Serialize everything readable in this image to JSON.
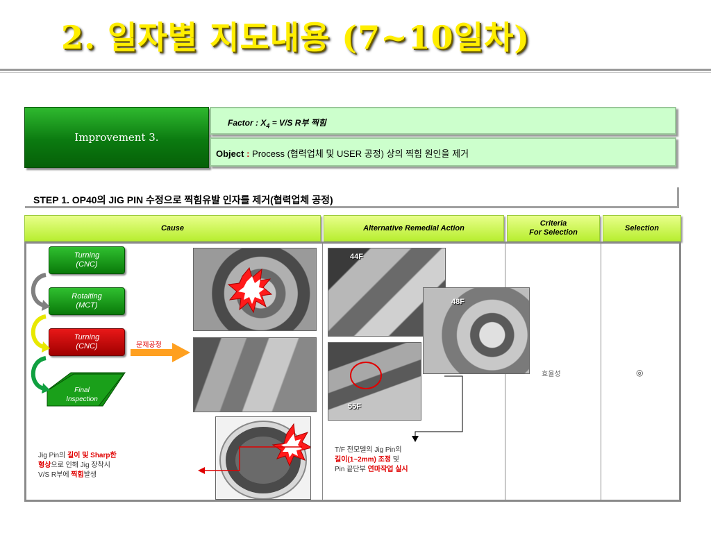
{
  "title": "2. 일자별 지도내용 (7~10일차)",
  "improvement": {
    "label": "Improvement 3."
  },
  "factor": {
    "prefix": "Factor : X",
    "subscript": "4",
    "suffix": " =  V/S R부 찍힘"
  },
  "object": {
    "label": "Object",
    "colon": " :",
    "text": " Process (협력업체 및 USER 공정) 상의 찍힘 원인을 제거"
  },
  "step": {
    "text": "STEP 1.  OP40의 JIG PIN 수정으로 찍힘유발 인자를 제거(협력업체 공정)"
  },
  "table": {
    "headers": {
      "cause": "Cause",
      "alternative": "Alternative Remedial Action",
      "criteria_line1": "Criteria",
      "criteria_line2": "For Selection",
      "selection": "Selection"
    },
    "criteria_value": "효율성",
    "selection_value": "◎"
  },
  "process_flow": [
    {
      "line1": "Turning",
      "line2": "(CNC)"
    },
    {
      "line1": "Rotaiting",
      "line2": "(MCT)"
    },
    {
      "line1": "Turning",
      "line2": "(CNC)"
    },
    {
      "line1": "Final",
      "line2": "Inspection"
    }
  ],
  "problem_label": "문제공정",
  "cause_note": {
    "l1_a": "Jig Pin의 ",
    "l1_red": "길이 및 Sharp한",
    "l2_red": "형상",
    "l2_b": "으로 인해 Jig 장착시",
    "l3_a": "V/S R부에 ",
    "l3_red": "찍힘",
    "l3_b": "발생"
  },
  "floor_labels": {
    "f44": "44F",
    "f48": "48F",
    "f55": "55F"
  },
  "remedy_note": {
    "l1": "T/F 전모델의 Jig Pin의",
    "l2_red": "길이(1~2mm) 조정",
    "l2_b": " 및",
    "l3_a": "Pin 끝단부 ",
    "l3_red": "연마작업 실시"
  },
  "colors": {
    "title": "#ffee00",
    "improvement_bg": "#0b7a10",
    "factor_bg": "#ccffcc",
    "header_bg": "#c8f040",
    "flow_green": "#1a9a1a",
    "flow_red": "#cc0000",
    "arrow_orange": "#ffa020",
    "accent_red": "#e00000"
  }
}
